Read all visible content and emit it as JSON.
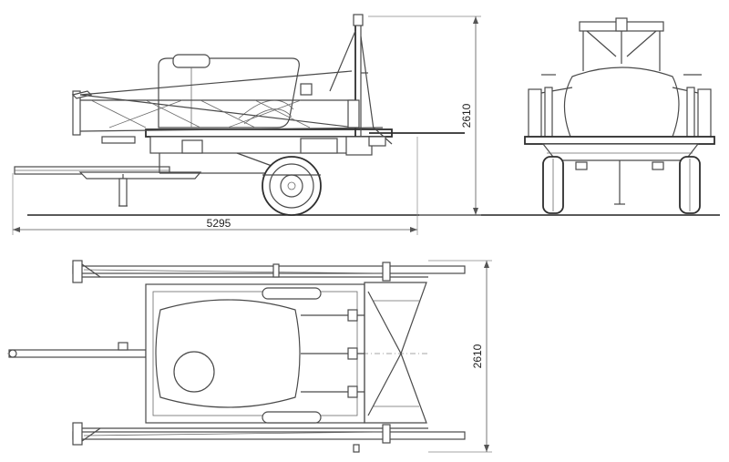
{
  "dimensions": {
    "overall_length": "5295",
    "overall_height": "2610",
    "plan_width": "2610"
  }
}
